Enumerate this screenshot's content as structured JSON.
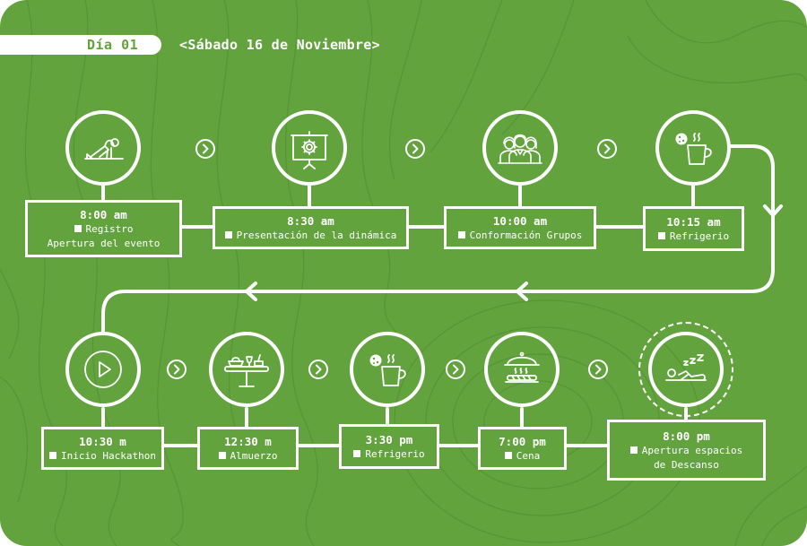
{
  "header": {
    "day_label": "Día 01",
    "date_label": "<Sábado 16 de Noviembre>"
  },
  "colors": {
    "background": "#62a33e",
    "foreground": "#ffffff",
    "contour": "#579436"
  },
  "row1": [
    {
      "time": "8:00 am",
      "line1": "Registro",
      "line2": "Apertura del evento",
      "icon": "stretching-person-icon"
    },
    {
      "time": "8:30 am",
      "line1": "Presentación de la dinámica",
      "line2": "",
      "icon": "presentation-board-gear-icon"
    },
    {
      "time": "10:00 am",
      "line1": "Conformación Grupos",
      "line2": "",
      "icon": "group-of-people-icon"
    },
    {
      "time": "10:15 am",
      "line1": "Refrigerio",
      "line2": "",
      "icon": "coffee-cookie-icon"
    }
  ],
  "row2": [
    {
      "time": "10:30 m",
      "line1": "Inicio Hackathon",
      "line2": "",
      "icon": "play-icon"
    },
    {
      "time": "12:30 m",
      "line1": "Almuerzo",
      "line2": "",
      "icon": "dining-table-icon"
    },
    {
      "time": "3:30 pm",
      "line1": "Refrigerio",
      "line2": "",
      "icon": "coffee-cookie-icon"
    },
    {
      "time": "7:00 pm",
      "line1": "Cena",
      "line2": "",
      "icon": "food-cloche-icon"
    },
    {
      "time": "8:00 pm",
      "line1": "Apertura espacios",
      "line2": "de Descanso",
      "icon": "sleeping-person-icon"
    }
  ]
}
